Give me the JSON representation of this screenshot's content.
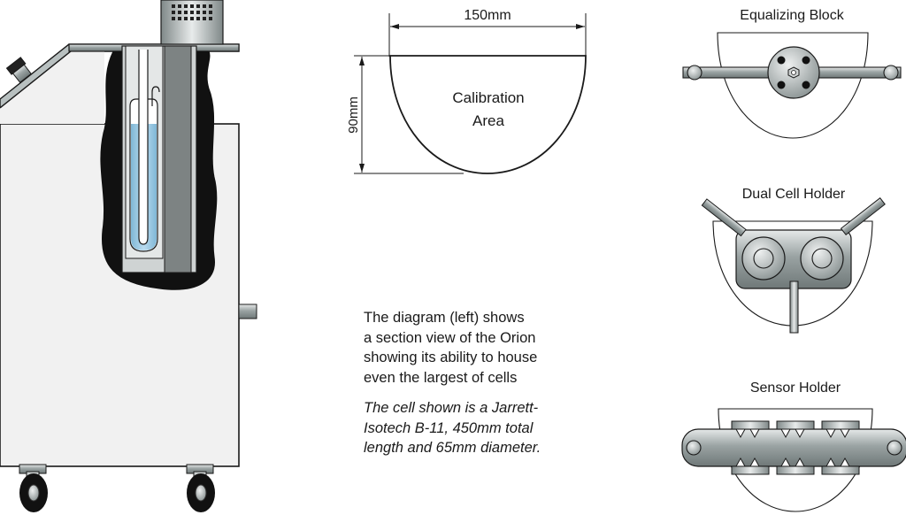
{
  "dimensions": {
    "width_label": "150mm",
    "height_label": "90mm"
  },
  "calibration": {
    "line1": "Calibration",
    "line2": "Area"
  },
  "holders": {
    "equalizing": "Equalizing Block",
    "dual": "Dual Cell Holder",
    "sensor": "Sensor Holder"
  },
  "description": {
    "main": [
      "The diagram (left) shows",
      "a section view of the Orion",
      "showing its ability to house",
      "even the largest of cells"
    ],
    "note": [
      "The cell shown is a Jarrett-",
      "Isotech B-11, 450mm total",
      "length and 65mm diameter."
    ]
  }
}
